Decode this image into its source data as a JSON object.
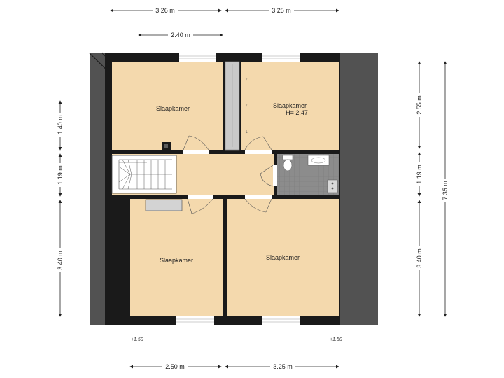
{
  "rooms": {
    "bedroom_top_left": "Slaapkamer",
    "bedroom_top_right": "Slaapkamer",
    "bedroom_top_right_height": "H= 2.47",
    "bedroom_bottom_left": "Slaapkamer",
    "bedroom_bottom_right": "Slaapkamer"
  },
  "dimensions": {
    "top_left": "3.26 m",
    "top_right": "3.25 m",
    "top_inner": "2.40 m",
    "bottom_left": "2.50 m",
    "bottom_right": "3.25 m",
    "left_top": "1.40 m",
    "left_middle": "1.19 m",
    "left_bottom": "3.40 m",
    "right_top": "2.55 m",
    "right_middle": "1.19 m",
    "right_bottom": "3.40 m",
    "right_total": "7.35 m"
  },
  "levels": {
    "left": "+1.50",
    "right": "+1.50"
  },
  "colors": {
    "room_fill": "#f4d9ad",
    "roof_fill": "#525252",
    "wall": "#1a1a1a",
    "wet_room": "#8a8a8a"
  }
}
